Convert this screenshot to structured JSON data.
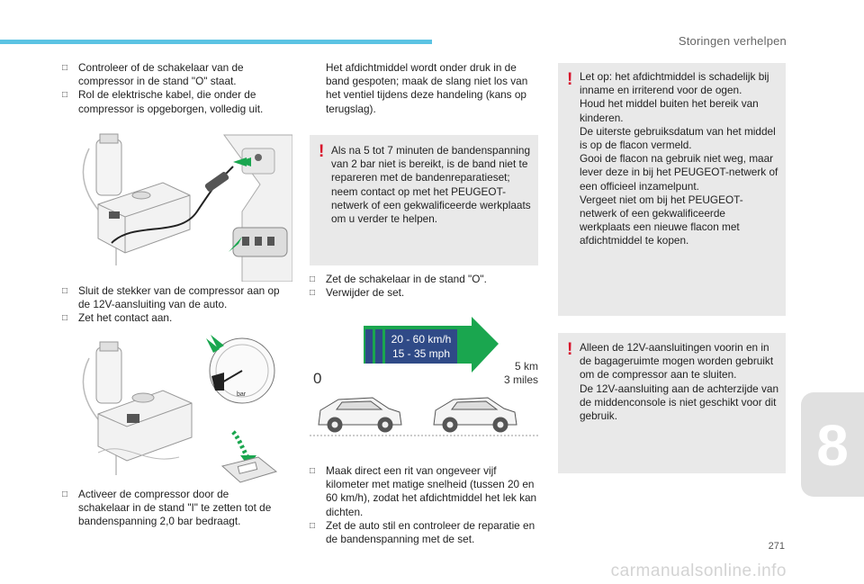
{
  "header": {
    "section_title": "Storingen verhelpen"
  },
  "col1": {
    "bullets_top": [
      "Controleer of de schakelaar van de compressor in de stand \"O\" staat.",
      "Rol de elektrische kabel, die onder de compressor is opgeborgen, volledig uit."
    ],
    "bullets_mid": [
      "Sluit de stekker van de compressor aan op de 12V-aansluiting van de auto.",
      "Zet het contact aan."
    ],
    "gauge_unit": "bar",
    "bullets_bottom": [
      "Activeer de compressor door de schakelaar in de stand \"I\" te zetten tot de bandenspanning 2,0 bar bedraagt."
    ]
  },
  "col2": {
    "intro": "Het afdichtmiddel wordt onder druk in de band gespoten; maak de slang niet los van het ventiel tijdens deze handeling (kans op terugslag).",
    "warning": "Als na 5 tot 7 minuten de bandenspanning van 2 bar niet is bereikt, is de band niet te repareren met de bandenreparatieset; neem contact op met het PEUGEOT-netwerk of een gekwalificeerde werkplaats om u verder te helpen.",
    "bullets": [
      "Zet de schakelaar in de stand \"O\".",
      "Verwijder de set."
    ],
    "speed_kmh": "20 - 60 km/h",
    "speed_mph": "15 - 35 mph",
    "start_label": "0",
    "dist_km": "5 km",
    "dist_miles": "3 miles",
    "bullets_bottom": [
      "Maak direct een rit van ongeveer vijf kilometer met matige snelheid (tussen 20 en 60 km/h), zodat het afdichtmiddel het lek kan dichten.",
      "Zet de auto stil en controleer de reparatie en de bandenspanning met de set."
    ]
  },
  "col3": {
    "warning1": [
      "Let op: het afdichtmiddel is schadelijk bij inname en irriterend voor de ogen.",
      "Houd het middel buiten het bereik van kinderen.",
      "De uiterste gebruiksdatum van het middel is op de flacon vermeld.",
      "Gooi de flacon na gebruik niet weg, maar lever deze in bij het PEUGEOT-netwerk of een officieel inzamelpunt.",
      "Vergeet niet om bij het PEUGEOT-netwerk of een gekwalificeerde werkplaats een nieuwe flacon met afdichtmiddel te kopen."
    ],
    "warning2": [
      "Alleen de 12V-aansluitingen voorin en in de bagageruimte mogen worden gebruikt om de compressor aan te sluiten.",
      "De 12V-aansluiting aan de achterzijde van de middenconsole is niet geschikt voor dit gebruik."
    ]
  },
  "chapter_tab": "8",
  "page_number": "271",
  "watermark": "carmanualsonline.info",
  "colors": {
    "accent": "#5bc3e3",
    "warning_mark": "#d8102b",
    "arrow": "#1aa64f",
    "speed_box": "#2f4a87"
  }
}
